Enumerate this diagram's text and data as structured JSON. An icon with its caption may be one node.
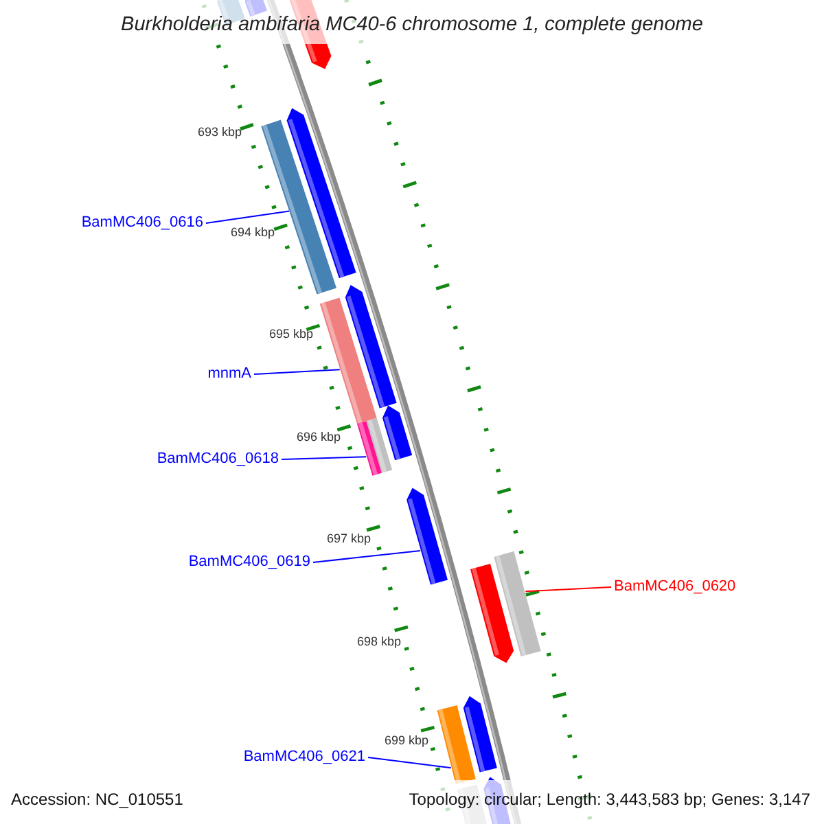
{
  "diagram": {
    "title": "Burkholderia ambifaria MC40-6 chromosome 1, complete genome",
    "nodes": [
      {
        "text": [
          "BamMC406_0616"
        ]
      },
      {
        "text": [],
        "shape": "bar"
      },
      {
        "text": [
          "mnmA"
        ]
      },
      {
        "text": [],
        "shape": "bar"
      },
      {
        "text": [
          "BamMC406_0618"
        ]
      },
      {
        "text": [],
        "shape": "bar"
      },
      {
        "text": [
          "BamMC406_0619"
        ]
      },
      {
        "text": [],
        "shape": "bar"
      },
      {
        "text": [
          "BamMC406_0620"
        ]
      },
      {
        "text": [],
        "shape": "bar"
      },
      {
        "text": [
          "BamMC406_0621"
        ]
      },
      {
        "text": [],
        "shape": "bar"
      }
    ],
    "edges": [
      {
        "from": 0,
        "to": 1,
        "arrow": "none"
      },
      {
        "from": 2,
        "to": 3,
        "arrow": "none"
      },
      {
        "from": 4,
        "to": 5,
        "arrow": "none"
      },
      {
        "from": 6,
        "to": 7,
        "arrow": "none"
      },
      {
        "from": 8,
        "to": 9,
        "arrow": "none",
        "color": "#ff0000"
      },
      {
        "from": 10,
        "to": 11,
        "arrow": "none"
      }
    ],
    "labels": [
      "693 kbp",
      "694 kbp",
      "695 kbp",
      "696 kbp",
      "697 kbp",
      "698 kbp",
      "699 kbp",
      "Accession: NC_010551",
      "Topology: circular; Length: 3,443,583 bp; Genes: 3,147"
    ]
  }
}
